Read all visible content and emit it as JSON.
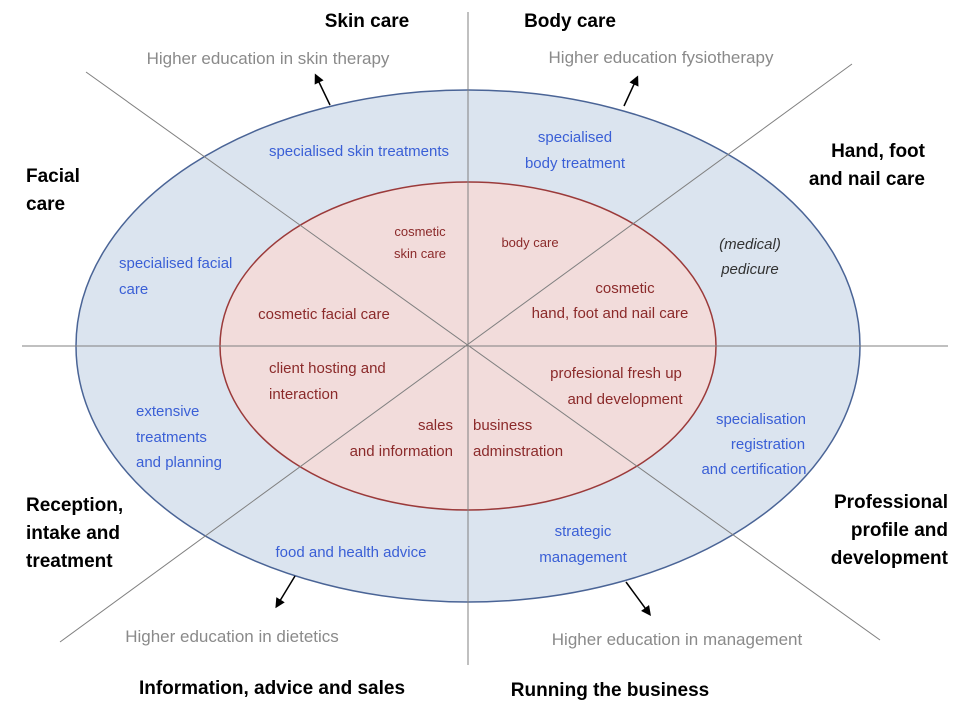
{
  "colors": {
    "outer_fill": "#dbe4ef",
    "outer_stroke": "#4a6496",
    "inner_fill": "#f2dcdb",
    "inner_stroke": "#9b3a3a",
    "outer_text": "#3a5fd6",
    "inner_text": "#8b2a2a",
    "higher_ed_text": "#8a8a8a"
  },
  "sectors": {
    "skin_care": "Skin care",
    "body_care": "Body care",
    "hand_foot_nail_1": "Hand, foot",
    "hand_foot_nail_2": "and nail care",
    "facial_1": "Facial",
    "facial_2": "care",
    "reception_1": "Reception,",
    "reception_2": "intake and",
    "reception_3": "treatment",
    "professional_1": "Professional",
    "professional_2": "profile and",
    "professional_3": "development",
    "information": "Information, advice and sales",
    "running": "Running the business"
  },
  "higher_education": {
    "skin": "Higher education in skin therapy",
    "fysio": "Higher education fysiotherapy",
    "dietetics": "Higher education in dietetics",
    "management": "Higher education in management"
  },
  "outer_ring": {
    "skin_treatments": "specialised skin treatments",
    "body_1": "specialised",
    "body_2": "body treatment",
    "facial_1": "specialised facial",
    "facial_2": "care",
    "pedicure_1": "(medical)",
    "pedicure_2": "pedicure",
    "extensive_1": "extensive",
    "extensive_2": "treatments",
    "extensive_3": "and planning",
    "specialisation_1": "specialisation",
    "specialisation_2": "registration",
    "specialisation_3": "and certification",
    "food": "food and health advice",
    "strategic_1": "strategic",
    "strategic_2": "management"
  },
  "inner_ring": {
    "cosmetic_skin_1": "cosmetic",
    "cosmetic_skin_2": "skin care",
    "body_care": "body care",
    "cosmetic_hand_1": "cosmetic",
    "cosmetic_hand_2": "hand, foot and nail care",
    "cosmetic_facial": "cosmetic facial care",
    "client_1": "client hosting and",
    "client_2": "interaction",
    "fresh_1": "profesional fresh up",
    "fresh_2": "and development",
    "sales_1": "sales",
    "sales_2": "and information",
    "business_1": "business",
    "business_2": "adminstration"
  }
}
